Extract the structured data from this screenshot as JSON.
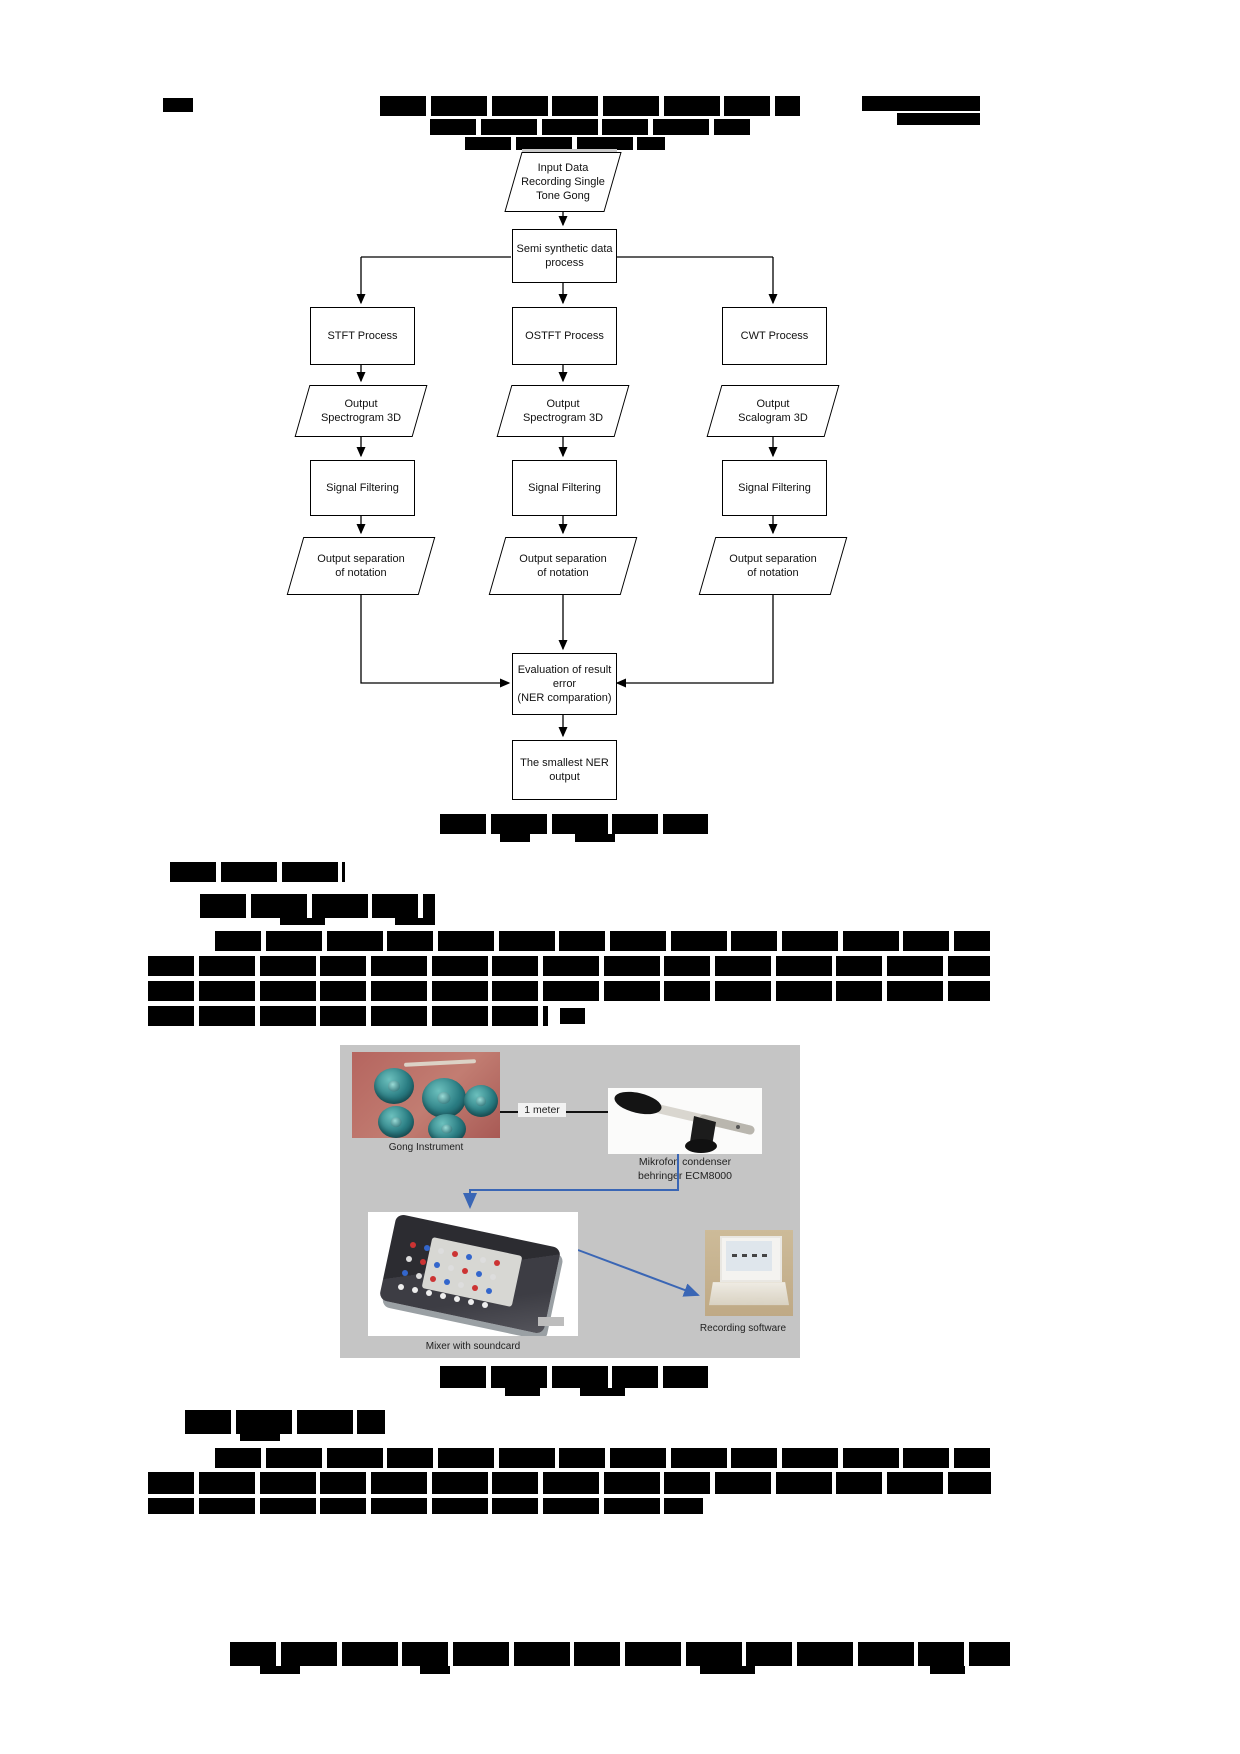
{
  "flowchart": {
    "nodes": {
      "input": "Input Data\nRecording Single\nTone Gong",
      "semi": "Semi synthetic data\nprocess",
      "stft": "STFT Process",
      "ostft": "OSTFT Process",
      "cwt": "CWT Process",
      "out_spectrogram_1": "Output\nSpectrogram 3D",
      "out_spectrogram_2": "Output\nSpectrogram 3D",
      "out_scalogram": "Output\nScalogram 3D",
      "filter_1": "Signal Filtering",
      "filter_2": "Signal Filtering",
      "filter_3": "Signal Filtering",
      "separation_1": "Output separation\nof notation",
      "separation_2": "Output separation\nof notation",
      "separation_3": "Output separation\nof notation",
      "evaluation": "Evaluation of result\nerror\n(NER comparation)",
      "smallest": "The smallest NER\noutput"
    },
    "line_color": "#000000"
  },
  "figure": {
    "panel_bg": "#c5c5c5",
    "arrow_color": "#3a66b5",
    "labels": {
      "gong": "Gong Instrument",
      "distance": "1 meter",
      "mic": "Mikrofon condenser\nbehringer ECM8000",
      "mixer": "Mixer with soundcard",
      "laptop": "Recording software"
    },
    "gong_color": "#2a7d83"
  },
  "redaction_color": "#000000"
}
